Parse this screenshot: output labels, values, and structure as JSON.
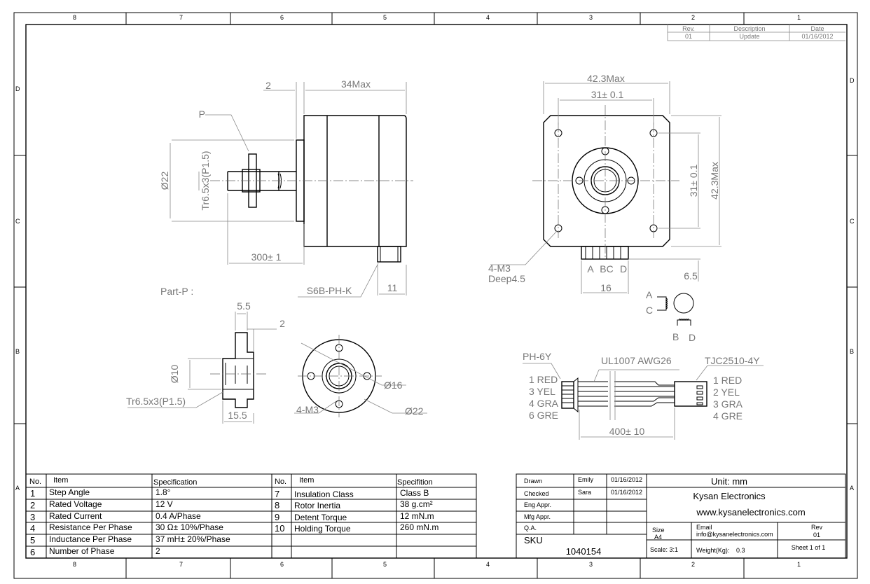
{
  "zones": {
    "columns": [
      "8",
      "7",
      "6",
      "5",
      "4",
      "3",
      "2",
      "1"
    ],
    "rows": [
      "D",
      "C",
      "B",
      "A"
    ]
  },
  "revision_table": {
    "headers": [
      "Rev.",
      "Description",
      "Date"
    ],
    "row": [
      "01",
      "Update",
      "01/16/2012"
    ]
  },
  "side_view": {
    "p_label": "P",
    "dim_2": "2",
    "dim_34": "34Max",
    "dim_dia22": "Ø22",
    "thread": "Tr6.5x3(P1.5)",
    "dim_300": "300± 1",
    "connector": "S6B-PH-K",
    "dim_11": "11"
  },
  "front_view": {
    "dim_42_h": "42.3Max",
    "dim_31_h": "31± 0.1",
    "dim_31_v": "31± 0.1",
    "dim_42_v": "42.3Max",
    "pins": [
      "A",
      "BC",
      "D"
    ],
    "hole_note_1": "4-M3",
    "hole_note_2": "Deep4.5",
    "dim_16": "16",
    "dim_6_5": "6.5"
  },
  "part_p": {
    "title": "Part-P :",
    "dim_5_5": "5.5",
    "dim_2": "2",
    "dim_10": "Ø10",
    "thread": "Tr6.5x3(P1.5)",
    "dim_15_5": "15.5",
    "holes": "4-M3",
    "dim_16": "Ø16",
    "dim_22": "Ø22"
  },
  "schematic": {
    "a": "A",
    "c": "C",
    "b": "B",
    "d": "D"
  },
  "cable": {
    "left_connector": "PH-6Y",
    "wire": "UL1007 AWG26",
    "right_connector": "TJC2510-4Y",
    "left_pins": [
      "1 RED",
      "3 YEL",
      "4 GRA",
      "6 GRE"
    ],
    "right_pins": [
      "1 RED",
      "2 YEL",
      "3 GRA",
      "4 GRE"
    ],
    "length": "400± 10"
  },
  "spec_table": {
    "headers": [
      "No.",
      "Item",
      "Specification",
      "No.",
      "Item",
      "Specifition"
    ],
    "left": [
      [
        "1",
        "Step Angle",
        "1.8°"
      ],
      [
        "2",
        "Rated Voltage",
        "12 V"
      ],
      [
        "3",
        "Rated Current",
        "0.4 A/Phase"
      ],
      [
        "4",
        "Resistance Per Phase",
        "30 Ω± 10%/Phase"
      ],
      [
        "5",
        "Inductance Per Phase",
        "37 mH± 20%/Phase"
      ],
      [
        "6",
        "Number of Phase",
        "2"
      ]
    ],
    "right": [
      [
        "7",
        "Insulation Class",
        "Class B"
      ],
      [
        "8",
        "Rotor Inertia",
        "38 g.cm²"
      ],
      [
        "9",
        "Detent Torque",
        "12 mN.m"
      ],
      [
        "10",
        "Holding Torque",
        "260 mN.m"
      ]
    ]
  },
  "title_block": {
    "approvals": [
      [
        "Drawn",
        "Emily",
        "01/16/2012"
      ],
      [
        "Checked",
        "Sara",
        "01/16/2012"
      ],
      [
        "Eng Appr.",
        "",
        ""
      ],
      [
        "Mfg Appr.",
        "",
        ""
      ],
      [
        "Q.A.",
        "",
        ""
      ]
    ],
    "sku_label": "SKU",
    "sku": "1040154",
    "unit": "Unit: mm",
    "company": "Kysan Electronics",
    "website": "www.kysanelectronics.com",
    "size_label": "Size",
    "size": "A4",
    "email_label": "Email",
    "email": "info@kysanelectronics.com",
    "rev_label": "Rev",
    "rev": "01",
    "scale": "Scale: 3:1",
    "weight_label": "Weight(Kg):",
    "weight": "0.3",
    "sheet": "Sheet 1 of 1"
  }
}
